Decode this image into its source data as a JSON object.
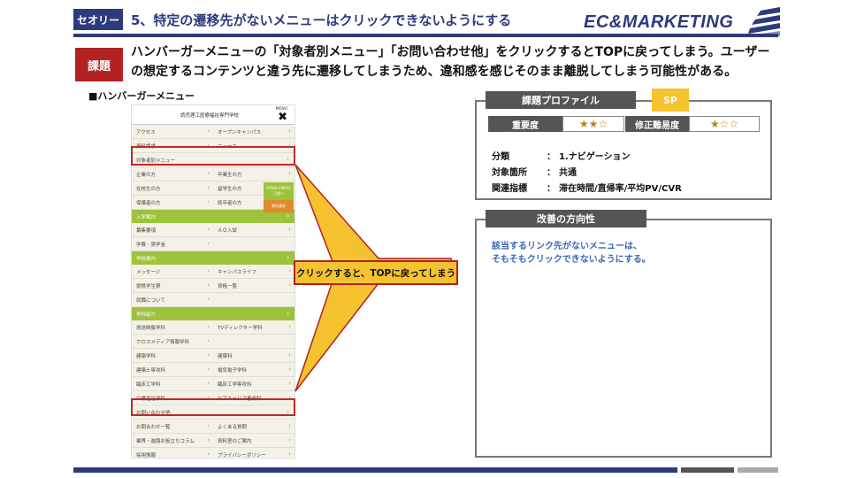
{
  "header": {
    "tag": "セオリー",
    "title": "5、特定の遷移先がないメニューはクリックできないようにする",
    "logo_text": "EC&MARKETING"
  },
  "issue": {
    "tag": "課題",
    "line1": "ハンバーガーメニューの「対象者別メニュー」「お問い合わせ他」をクリックするとTOPに戻ってしまう。ユーザー",
    "line2": "の想定するコンテンツと違う先に遷移してしまうため、違和感を感じそのまま離脱してしまう可能性がある。"
  },
  "section_label": "■ハンバーガーメニュー",
  "phone": {
    "school_name": "読売理工医療福祉専門学校",
    "menu_label": "MENU",
    "close_glyph": "✖",
    "rows": [
      {
        "type": "pair",
        "left": "アクセス",
        "right": "オープンキャンパス"
      },
      {
        "type": "pair",
        "left": "資料請求",
        "right": "ニュース"
      },
      {
        "type": "full",
        "label": "対象者別メニュー"
      },
      {
        "type": "pair",
        "left": "企業の方",
        "right": "卒業生の方"
      },
      {
        "type": "pair",
        "left": "在校生の方",
        "right": "留学生の方"
      },
      {
        "type": "pair",
        "left": "保護者の方",
        "right": "既卒者の方"
      },
      {
        "type": "green",
        "label": "入学案内"
      },
      {
        "type": "pair",
        "left": "募集要項",
        "right": "ＡＯ入試"
      },
      {
        "type": "pair",
        "left": "学費・奨学金",
        "right": ""
      },
      {
        "type": "green",
        "label": "学校案内"
      },
      {
        "type": "pair",
        "left": "メッセージ",
        "right": "キャンパスライフ"
      },
      {
        "type": "pair",
        "left": "提携学生寮",
        "right": "資格一覧"
      },
      {
        "type": "pair",
        "left": "就職について",
        "right": ""
      },
      {
        "type": "green",
        "label": "学科紹介"
      },
      {
        "type": "pair",
        "left": "放送映像学科",
        "right": "TVディレクター学科"
      },
      {
        "type": "pair",
        "left": "クロスメディア情報学科",
        "right": ""
      },
      {
        "type": "pair",
        "left": "建築学科",
        "right": "建築科"
      },
      {
        "type": "pair",
        "left": "建築士専攻科",
        "right": "電気電子学科"
      },
      {
        "type": "pair",
        "left": "臨床工学科",
        "right": "臨床工学専攻科"
      },
      {
        "type": "pair",
        "left": "介護福祉学科",
        "right": "ケアキャリア養成科"
      },
      {
        "type": "full",
        "label": "お問い合わせ他"
      },
      {
        "type": "pair",
        "left": "お問合わせ一覧",
        "right": "よくある質問"
      },
      {
        "type": "pair",
        "left": "業界・進路お役立ちコラム",
        "right": "資料室のご案内"
      },
      {
        "type": "pair",
        "left": "採用情報",
        "right": "プライバシーポリシー"
      }
    ],
    "float_green": "OPENCAMPUS\n日程へ",
    "float_orange": "資料請求"
  },
  "callout": "クリックすると、TOPに戻ってしまう",
  "profile": {
    "title": "課題プロファイル",
    "sp_badge": "SP",
    "importance_label": "重要度",
    "importance_stars": "★★☆",
    "difficulty_label": "修正難易度",
    "difficulty_stars": "★☆☆",
    "items": [
      {
        "key": "分類",
        "colon": "：",
        "value": "1.ナビゲーション"
      },
      {
        "key": "対象箇所",
        "colon": "：",
        "value": "共通"
      },
      {
        "key": "関連指標",
        "colon": "：",
        "value": "滞在時間/直帰率/平均PV/CVR"
      }
    ]
  },
  "improvement": {
    "title": "改善の方向性",
    "line1": "該当するリンク先がないメニューは、",
    "line2": "そもそもクリックできないようにする。"
  },
  "colors": {
    "navy": "#2d3a7c",
    "red": "#b22222",
    "green": "#9cc33b",
    "yellow": "#f5c230",
    "blue_text": "#3a67b8"
  }
}
